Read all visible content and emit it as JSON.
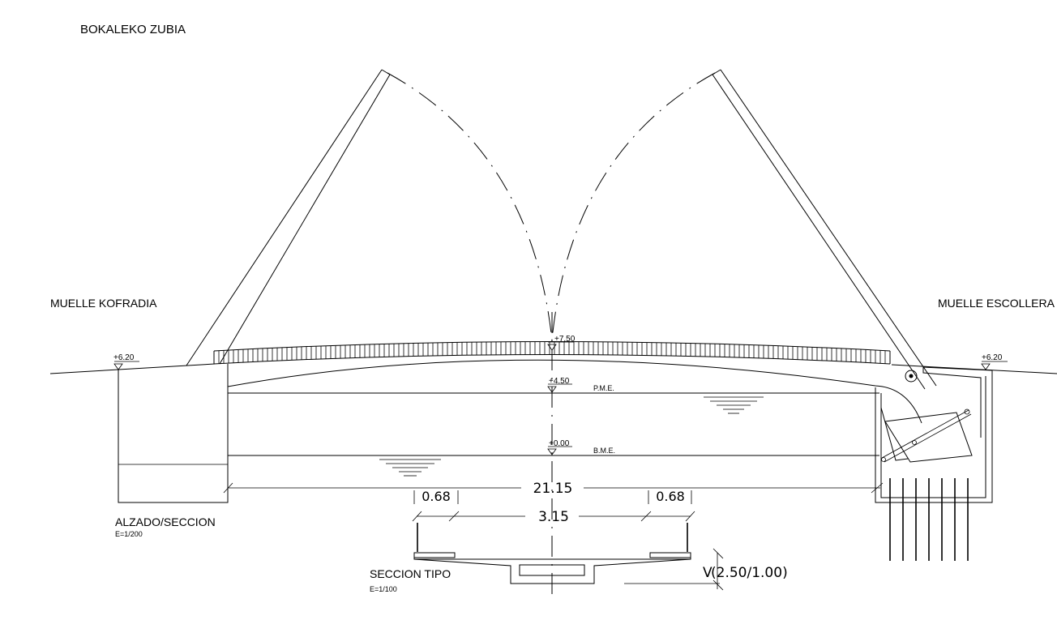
{
  "title": "BOKALEKO ZUBIA",
  "left_label": "MUELLE KOFRADIA",
  "right_label": "MUELLE ESCOLLERA",
  "elevations": {
    "left_quay": "+6.20",
    "right_quay": "+6.20",
    "deck_top": "+7.50",
    "high_water": "+4.50",
    "high_water_label": "P.M.E.",
    "low_water": "+0.00",
    "low_water_label": "B.M.E."
  },
  "dimensions": {
    "span": "21.15",
    "deck_width": "3.15",
    "left_cantilever": "0.68",
    "right_cantilever": "0.68",
    "slope": "(2.50/1.00)"
  },
  "views": {
    "elevation_title": "ALZADO/SECCION",
    "elevation_scale": "E=1/200",
    "section_title": "SECCION TIPO",
    "section_scale": "E=1/100"
  }
}
